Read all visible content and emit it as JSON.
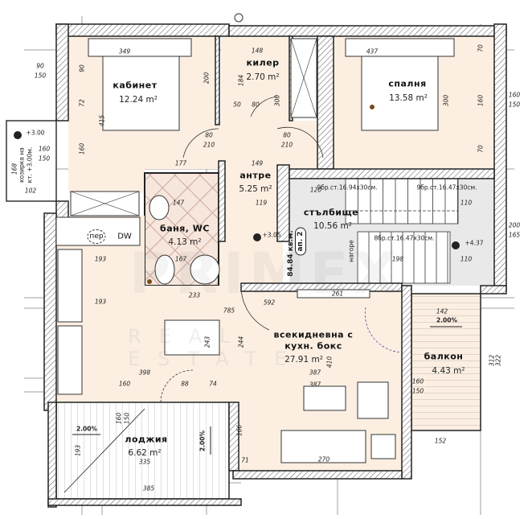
{
  "colors": {
    "room_fill": "#fcefe2",
    "wall": "#2b2b2b",
    "stair_fill": "#e9e9e9",
    "tile": "#c9a8a0",
    "outdoor_fill": "#ffffff",
    "logo_gold": "#e8c777"
  },
  "watermark": {
    "brand": "PRIMEX",
    "sub": "REAL ESTATE"
  },
  "rooms": {
    "office": {
      "name": "кабинет",
      "area": "12.24 m²"
    },
    "storage": {
      "name": "килер",
      "area": "2.70 m²"
    },
    "bedroom": {
      "name": "спалня",
      "area": "13.58 m²"
    },
    "hall": {
      "name": "антре",
      "area": "5.25 m²"
    },
    "bath": {
      "name": "баня, WC",
      "area": "4.13 m²"
    },
    "stairs": {
      "name": "стълбище",
      "area": "10.56 m²"
    },
    "living": {
      "name_line1": "всекидневна с",
      "name_line2": "кухн. бокс",
      "area": "27.91 m²"
    },
    "balcony": {
      "name": "балкон",
      "area": "4.43 m²"
    },
    "loggia": {
      "name": "лоджия",
      "area": "6.62 m²"
    }
  },
  "stairs": {
    "flight1": "9бр.ст.16.94x30см.",
    "flight2": "9бр.ст.16.47x30см.",
    "flight3": "8бр.ст.16.47x30см.",
    "up": "нагоре"
  },
  "apartment": {
    "label": "ап. 2",
    "area": "84.84 кв.м."
  },
  "appliances": {
    "washer": "пер",
    "dishwasher": "DW"
  },
  "canopy": {
    "line1": "козирка на",
    "line2": "кт. +3.00м."
  },
  "levels": [
    "+3.00",
    "+3.05",
    "+4.37"
  ],
  "slopes": [
    "2.00%",
    "2.00%",
    "2.00%"
  ],
  "dims": [
    "349",
    "437",
    "148",
    "184",
    "200",
    "300",
    "300",
    "90",
    "72",
    "415",
    "160",
    "70",
    "160",
    "70",
    "160",
    "150",
    "90",
    "150",
    "160",
    "150",
    "168",
    "102",
    "177",
    "149",
    "119",
    "147",
    "167",
    "233",
    "785",
    "592",
    "193",
    "193",
    "398",
    "160",
    "88",
    "74",
    "243",
    "244",
    "166",
    "71",
    "385",
    "335",
    "193",
    "387",
    "387",
    "410",
    "270",
    "152",
    "142",
    "312",
    "322",
    "200",
    "165",
    "120",
    "110",
    "198",
    "110",
    "261",
    "80",
    "210",
    "80",
    "210",
    "50",
    "80",
    "160",
    "150",
    "160",
    "150"
  ]
}
